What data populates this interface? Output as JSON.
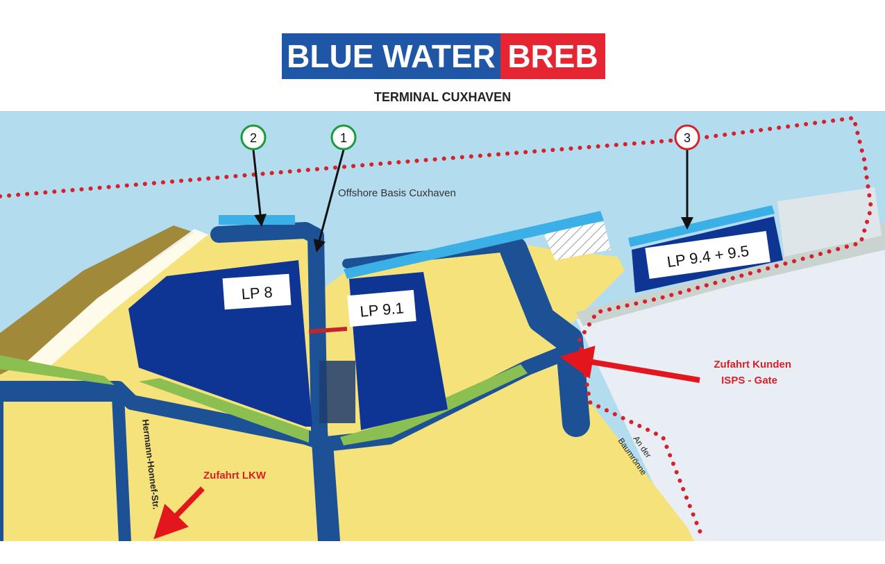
{
  "header": {
    "logo_left": "BLUE WATER",
    "logo_right": "BREB",
    "subtitle": "TERMINAL CUXHAVEN",
    "colors": {
      "logo_blue": "#1f56a6",
      "logo_red": "#e52532"
    }
  },
  "map": {
    "area_label": "Offshore Basis Cuxhaven",
    "markers": [
      {
        "number": "1",
        "color": "#1a9a3a"
      },
      {
        "number": "2",
        "color": "#1a9a3a"
      },
      {
        "number": "3",
        "color": "#d8202a"
      }
    ],
    "plots": [
      {
        "label": "LP 8"
      },
      {
        "label": "LP 9.1"
      },
      {
        "label": "LP 9.4 + 9.5"
      }
    ],
    "access_truck": "Zufahrt LKW",
    "access_customers_line1": "Zufahrt Kunden",
    "access_customers_line2": "ISPS - Gate",
    "street_1": "Hermann-Honnef-Str.",
    "street_2_line1": "An der",
    "street_2_line2": "Baumrönne",
    "colors": {
      "water": "#b3dcee",
      "land": "#f6e27a",
      "plot": "#0f3594",
      "road": "#1d5196",
      "quay_edge": "#3ab0e6",
      "green": "#8cbf52",
      "boundary": "#d8202a",
      "arrow": "#e2161c"
    }
  }
}
